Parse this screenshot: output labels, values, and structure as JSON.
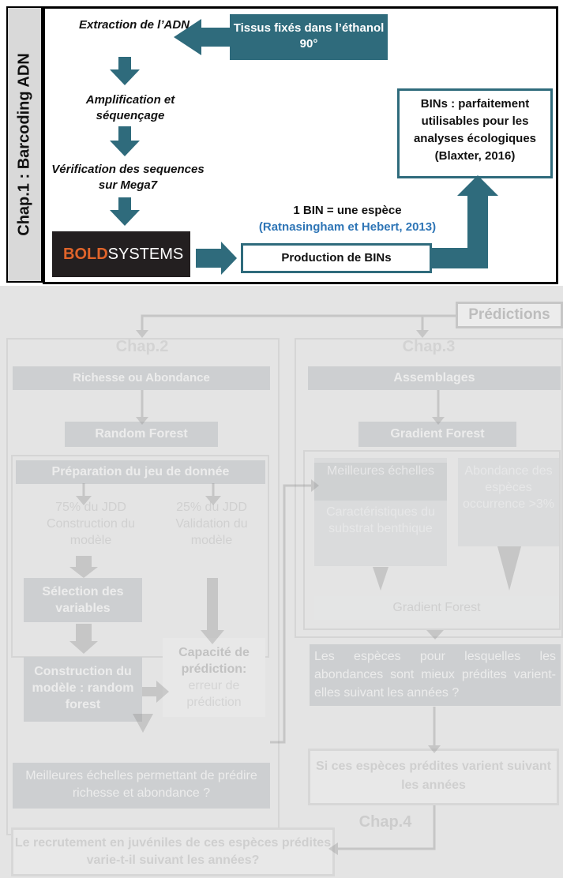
{
  "chap1": {
    "sidebar_label": "Chap.1 : Barcoding ADN",
    "steps": [
      "Extraction de l’ADN",
      "Amplification et séquençage",
      "Vérification des sequences sur Mega7"
    ],
    "tissus": "Tissus fixés dans l’éthanol 90°",
    "bold_part1": "BOLD",
    "bold_part2": "SYSTEMS",
    "bin_equation": "1 BIN = une espèce",
    "bin_citation": "(Ratnasingham et Hebert, 2013)",
    "production": "Production de BINs",
    "bins_result": "BINs : parfaitement utilisables pour les analyses écologiques (Blaxter, 2016)"
  },
  "predictions": "Prédictions",
  "chap2": {
    "title": "Chap.2",
    "richesse": "Richesse ou Abondance",
    "random_forest": "Random Forest",
    "preparation": "Préparation du jeu de donnée",
    "jdd75": "75% du JDD Construction du modèle",
    "jdd25": "25% du JDD Validation du modèle",
    "selection": "Sélection des variables",
    "construction": "Construction du modèle : random forest",
    "capacite_title": "Capacité de prédiction:",
    "capacite_sub": "erreur de prédiction",
    "meilleures_echelles": "Meilleures échelles permettant de prédire richesse et abondance ?"
  },
  "chap3": {
    "title": "Chap.3",
    "assemblages": "Assemblages",
    "gradient_forest": "Gradient Forest",
    "meilleures": "Meilleures échelles",
    "caracteristiques": "Caractéristiques du substrat benthique",
    "abondance": "Abondance des espèces occurrence >3%",
    "gradient_forest2": "Gradient Forest",
    "especes": "Les espèces pour lesquelles les abondances sont mieux prédites varient-elles suivant les années ?"
  },
  "si_especes": "Si ces espèces prédites varient suivant les années",
  "chap4": "Chap.4",
  "recrutement": "Le recrutement en juvéniles de ces espèces prédites varie-t-il suivant les années?",
  "colors": {
    "teal": "#2f6b7c",
    "bold_orange": "#e0642a",
    "citation_blue": "#2e75b6",
    "faded_grey": "#b8b8b8"
  }
}
